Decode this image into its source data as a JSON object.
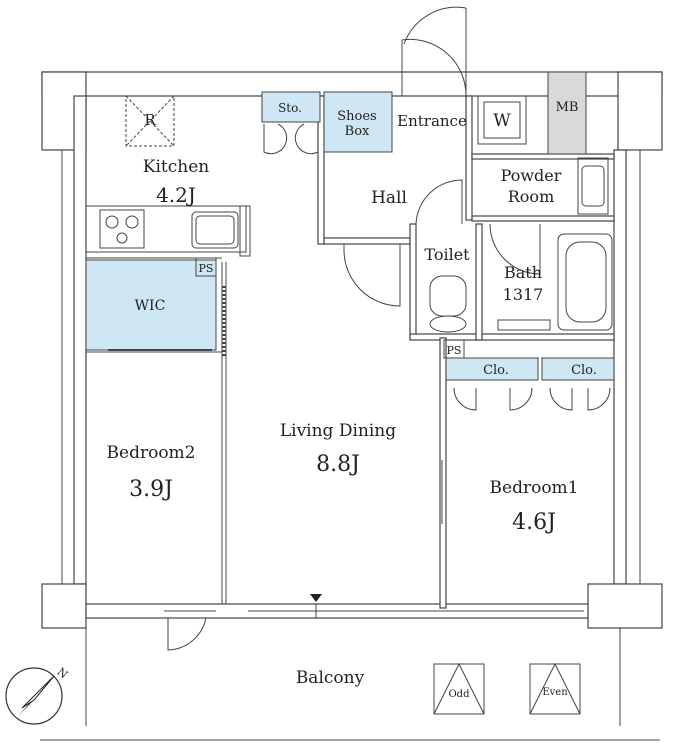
{
  "rooms": {
    "kitchen": {
      "name": "Kitchen",
      "size": "4.2J"
    },
    "wic": {
      "name": "WIC"
    },
    "bedroom2": {
      "name": "Bedroom2",
      "size": "3.9J"
    },
    "living": {
      "name": "Living Dining",
      "size": "8.8J"
    },
    "bedroom1": {
      "name": "Bedroom1",
      "size": "4.6J"
    },
    "hall": {
      "name": "Hall"
    },
    "toilet": {
      "name": "Toilet"
    },
    "bath": {
      "name": "Bath",
      "size": "1317"
    },
    "powder": {
      "name_line1": "Powder",
      "name_line2": "Room"
    },
    "entrance": {
      "name": "Entrance"
    },
    "shoes_box": {
      "line1": "Shoes",
      "line2": "Box"
    },
    "storage": {
      "name": "Sto."
    },
    "closet1": {
      "name": "Clo."
    },
    "closet2": {
      "name": "Clo."
    },
    "balcony": {
      "name": "Balcony"
    }
  },
  "fixtures": {
    "refrigerator": "R",
    "washer": "W",
    "meter_box": "MB",
    "pipe_space_1": "PS",
    "pipe_space_2": "PS",
    "shelter_odd": "Odd",
    "shelter_even": "Even"
  },
  "compass": {
    "north_label": "N"
  },
  "icons": {
    "compass": "north-arrow-icon",
    "stove": "gas-stove-icon",
    "sink": "sink-icon",
    "toilet": "toilet-icon",
    "bathtub": "bathtub-icon",
    "washbasin": "washbasin-icon",
    "entry_mark": "entry-triangle-icon"
  }
}
